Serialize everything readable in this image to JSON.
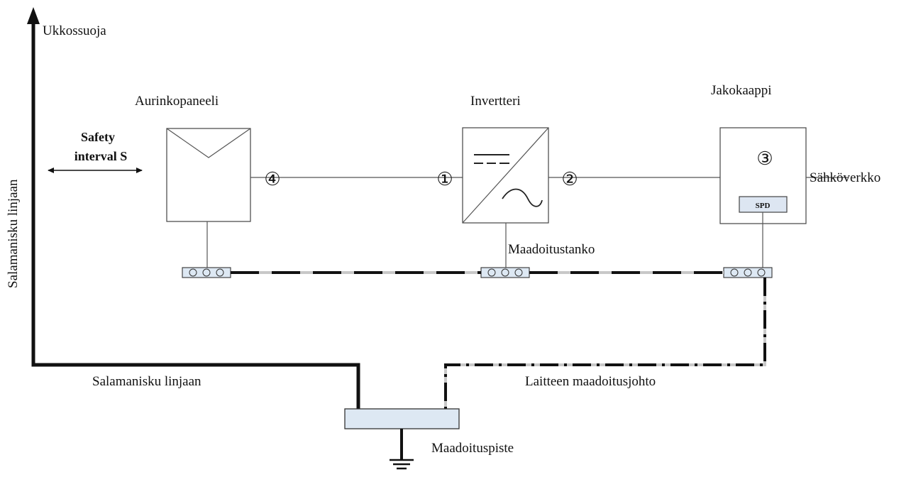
{
  "labels": {
    "lightning_rod": "Ukkossuoja",
    "vertical_lightning_line": "Salamanisku linjaan",
    "bottom_lightning_line": "Salamanisku linjaan",
    "safety_interval_line1": "Safety",
    "safety_interval_line2": "interval S",
    "solar_panel": "Aurinkopaneeli",
    "inverter": "Invertteri",
    "distribution_cabinet": "Jakokaappi",
    "grid": "Sähköverkko",
    "grounding_rod": "Maadoitustanko",
    "equipment_ground_wire": "Laitteen maadoitusjohto",
    "grounding_point": "Maadoituspiste",
    "spd": "SPD"
  },
  "markers": {
    "m1": "①",
    "m2": "②",
    "m3": "③",
    "m4": "④"
  },
  "colors": {
    "line": "#111111",
    "dash_light": "#c8c8c8",
    "busbar_fill": "#dde8f3",
    "spd_fill": "#dde6f2"
  }
}
